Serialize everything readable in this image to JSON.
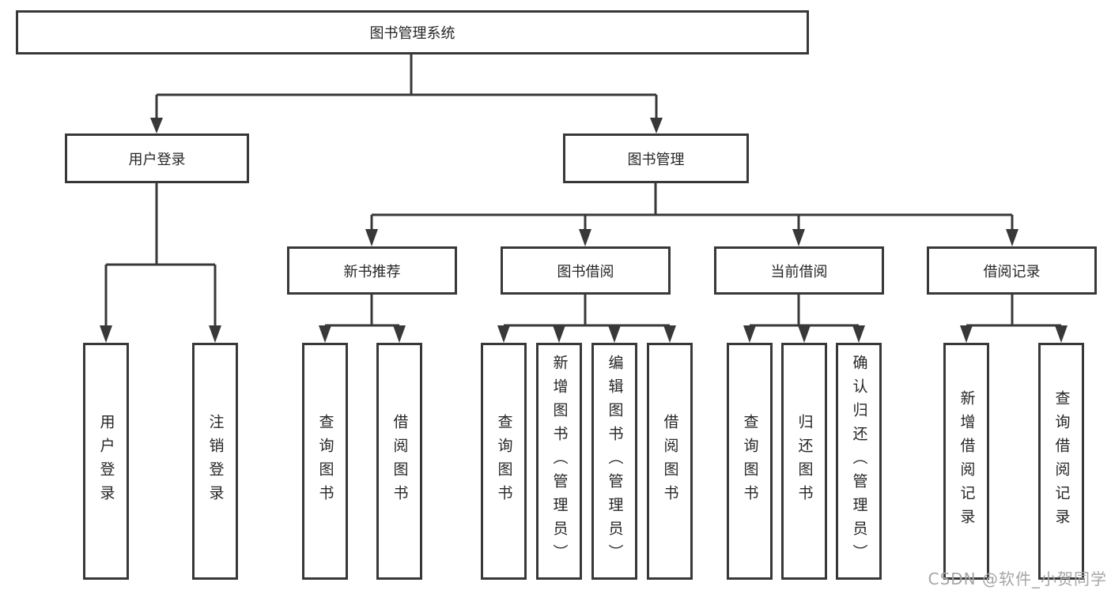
{
  "diagram": {
    "root": {
      "label": "图书管理系统"
    },
    "level1": [
      {
        "id": "user-login",
        "label": "用户登录",
        "children": [
          {
            "label": "用户登录"
          },
          {
            "label": "注销登录"
          }
        ]
      },
      {
        "id": "book-management",
        "label": "图书管理",
        "children": [
          {
            "id": "new-book-recommend",
            "label": "新书推荐",
            "children": [
              {
                "label": "查询图书"
              },
              {
                "label": "借阅图书"
              }
            ]
          },
          {
            "id": "book-borrowing",
            "label": "图书借阅",
            "children": [
              {
                "label": "查询图书"
              },
              {
                "label": "新增图书（管理员）"
              },
              {
                "label": "编辑图书（管理员）"
              },
              {
                "label": "借阅图书"
              }
            ]
          },
          {
            "id": "current-borrowing",
            "label": "当前借阅",
            "children": [
              {
                "label": "查询图书"
              },
              {
                "label": "归还图书"
              },
              {
                "label": "确认归还（管理员）"
              }
            ]
          },
          {
            "id": "borrow-records",
            "label": "借阅记录",
            "children": [
              {
                "label": "新增借阅记录"
              },
              {
                "label": "查询借阅记录"
              }
            ]
          }
        ]
      }
    ]
  },
  "watermark": {
    "text": "CSDN @软件_小贺同学"
  },
  "colors": {
    "line": "#383838",
    "box_border": "#383838",
    "text": "#262626",
    "watermark": "#a6a6a6",
    "background": "#ffffff"
  }
}
